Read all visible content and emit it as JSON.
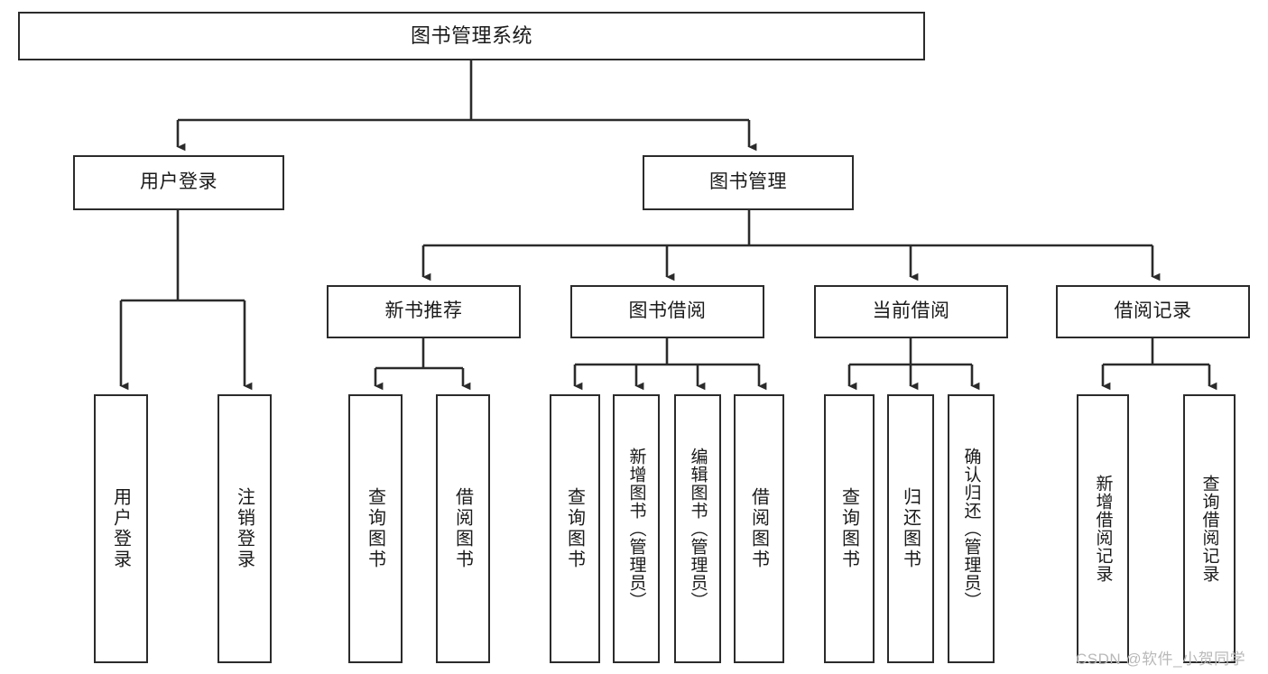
{
  "diagram": {
    "type": "tree",
    "title": "图书管理系统",
    "colors": {
      "box_border": "#2b2b2b",
      "box_fill": "#ffffff",
      "line": "#2b2b2b",
      "text": "#1a1a1a",
      "watermark": "#b9b9b9"
    },
    "root": {
      "label": "图书管理系统"
    },
    "level2": [
      {
        "label": "用户登录"
      },
      {
        "label": "图书管理"
      }
    ],
    "level3": [
      {
        "label": "新书推荐"
      },
      {
        "label": "图书借阅"
      },
      {
        "label": "当前借阅"
      },
      {
        "label": "借阅记录"
      }
    ],
    "leaves": {
      "user_login": [
        {
          "label": "用户登录"
        },
        {
          "label": "注销登录"
        }
      ],
      "new_book_recommend": [
        {
          "label": "查询图书"
        },
        {
          "label": "借阅图书"
        }
      ],
      "book_borrow": [
        {
          "label": "查询图书"
        },
        {
          "label": "新增图书（管理员）"
        },
        {
          "label": "编辑图书（管理员）"
        },
        {
          "label": "借阅图书"
        }
      ],
      "current_borrow": [
        {
          "label": "查询图书"
        },
        {
          "label": "归还图书"
        },
        {
          "label": "确认归还（管理员）"
        }
      ],
      "borrow_record": [
        {
          "label": "新增借阅记录"
        },
        {
          "label": "查询借阅记录"
        }
      ]
    }
  },
  "watermark": {
    "text": "CSDN @软件_小贺同学"
  }
}
